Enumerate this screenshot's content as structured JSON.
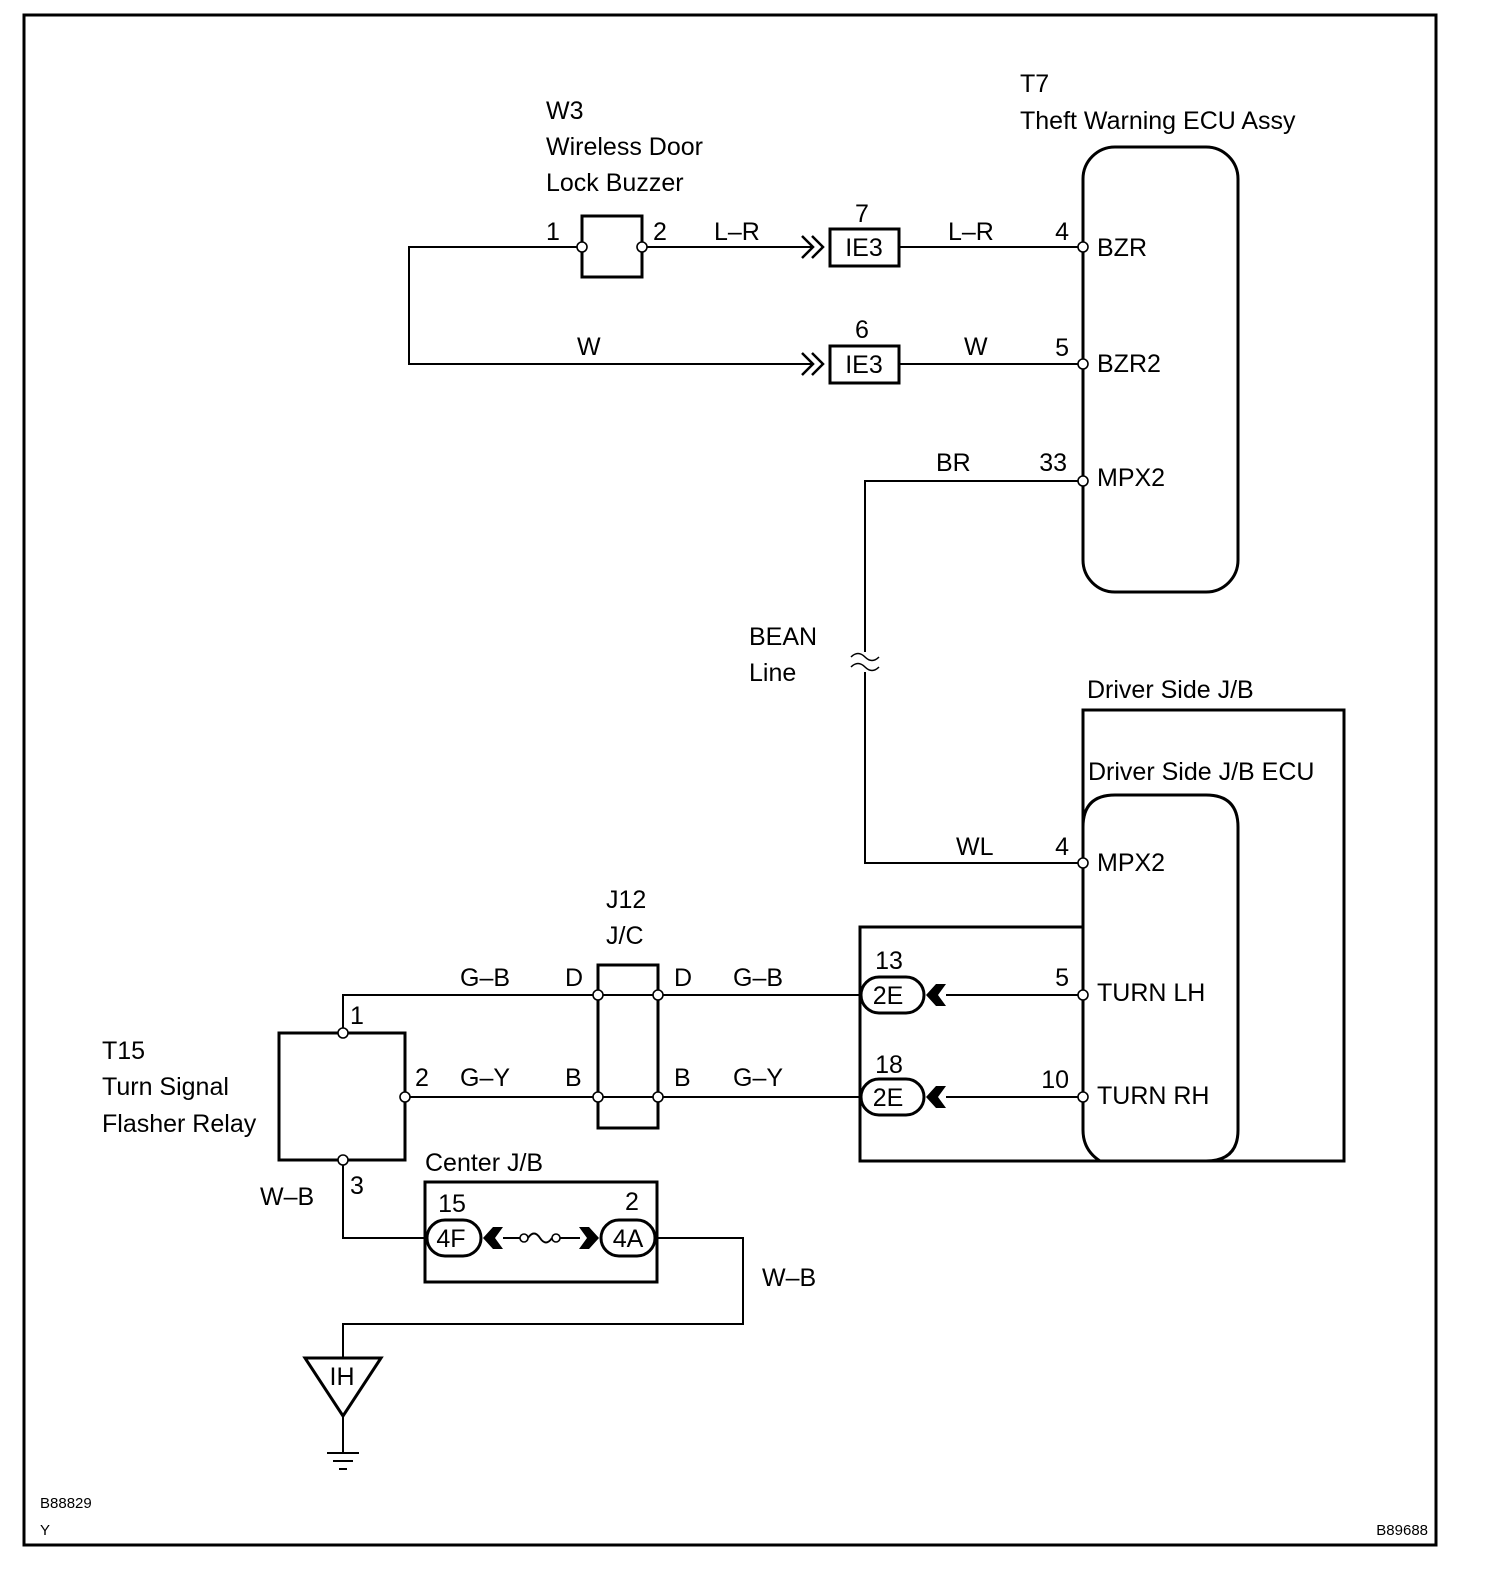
{
  "components": {
    "buzzer": {
      "ref": "W3",
      "name_line1": "Wireless Door",
      "name_line2": "Lock Buzzer",
      "pin1": "1",
      "pin2": "2"
    },
    "theft_ecu": {
      "ref": "T7",
      "name": "Theft Warning ECU Assy",
      "pins": {
        "bzr": "4",
        "bzr2": "5",
        "mpx2": "33"
      },
      "terminals": {
        "bzr": "BZR",
        "bzr2": "BZR2",
        "mpx2": "MPX2"
      }
    },
    "bean": {
      "line1": "BEAN",
      "line2": "Line"
    },
    "driver_jb": {
      "title": "Driver Side J/B",
      "ecu_title": "Driver Side J/B ECU",
      "pins": {
        "mpx2": "4",
        "turn_lh": "5",
        "turn_rh": "10"
      },
      "terminals": {
        "mpx2": "MPX2",
        "turn_lh": "TURN LH",
        "turn_rh": "TURN RH"
      }
    },
    "junction": {
      "ref": "J12",
      "name": "J/C",
      "d": "D",
      "b": "B"
    },
    "relay": {
      "ref": "T15",
      "name_line1": "Turn Signal",
      "name_line2": "Flasher Relay",
      "pin1": "1",
      "pin2": "2",
      "pin3": "3"
    },
    "center_jb": {
      "title": "Center J/B"
    },
    "ground": {
      "label": "IH"
    }
  },
  "connectors": {
    "ie3_top": {
      "label": "IE3",
      "pin": "7"
    },
    "ie3_bottom": {
      "label": "IE3",
      "pin": "6"
    },
    "c2e_top": {
      "label": "2E",
      "pin": "13"
    },
    "c2e_bottom": {
      "label": "2E",
      "pin": "18"
    },
    "c4f": {
      "label": "4F",
      "pin": "15"
    },
    "c4a": {
      "label": "4A",
      "pin": "2"
    }
  },
  "wires": {
    "lr_left": "L–R",
    "lr_right": "L–R",
    "w_left": "W",
    "w_right": "W",
    "br": "BR",
    "wl": "WL",
    "gb_left": "G–B",
    "gb_right": "G–B",
    "gy_left": "G–Y",
    "gy_right": "G–Y",
    "wb_relay": "W–B",
    "wb_ground": "W–B"
  },
  "footer": {
    "code_left": "B88829",
    "code_y": "Y",
    "code_right": "B89688"
  }
}
